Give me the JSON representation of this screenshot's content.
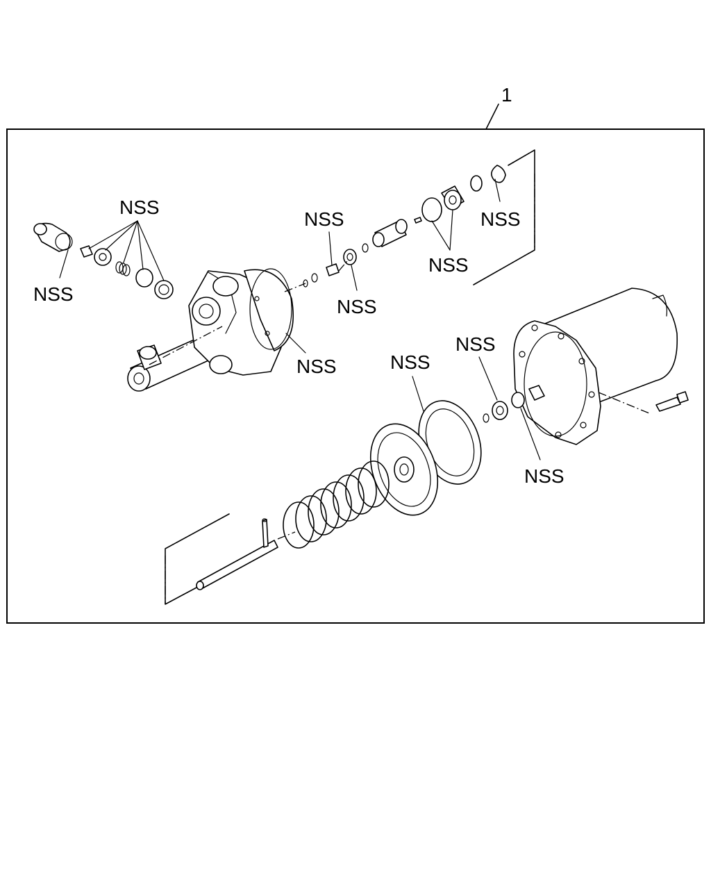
{
  "diagram": {
    "item_number": "1",
    "labels": {
      "nss_1": "NSS",
      "nss_2": "NSS",
      "nss_3": "NSS",
      "nss_4": "NSS",
      "nss_5": "NSS",
      "nss_6": "NSS",
      "nss_7": "NSS",
      "nss_8": "NSS",
      "nss_9": "NSS",
      "nss_10": "NSS"
    }
  }
}
